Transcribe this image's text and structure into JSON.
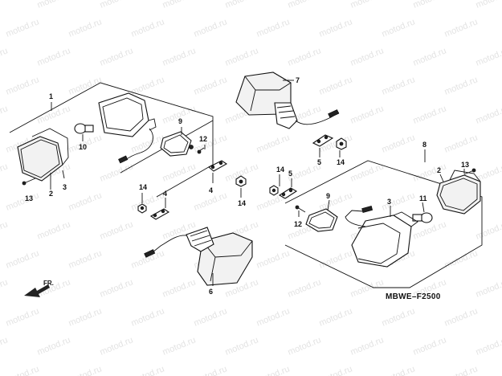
{
  "watermark": "motod.ru",
  "diagram_code": "MBWE–F2500",
  "direction_label": "FR.",
  "callouts": [
    "1",
    "2",
    "3",
    "13",
    "10",
    "9",
    "12",
    "4",
    "14",
    "4",
    "7",
    "5",
    "14",
    "6",
    "8",
    "2",
    "13",
    "14",
    "5",
    "9",
    "12",
    "3",
    "11",
    "14"
  ]
}
